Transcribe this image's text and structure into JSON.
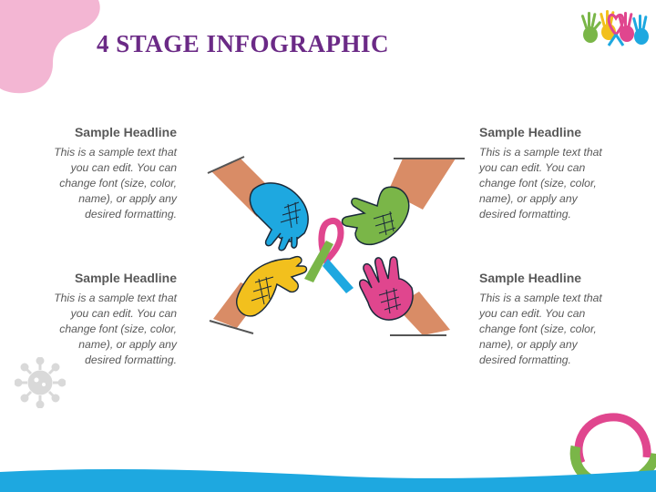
{
  "slide": {
    "title": "4 STAGE INFOGRAPHIC"
  },
  "stages": [
    {
      "headline": "Sample Headline",
      "text": "This is a sample text that you can edit. You can change font (size, color, name), or apply any desired formatting."
    },
    {
      "headline": "Sample Headline",
      "text": "This is a sample text that you can edit. You can change font (size, color, name), or apply any desired formatting."
    },
    {
      "headline": "Sample Headline",
      "text": "This is a sample text that you can edit. You can change font (size, color, name), or apply any desired formatting."
    },
    {
      "headline": "Sample Headline",
      "text": "This is a sample text that you can edit. You can change font (size, color, name), or apply any desired formatting."
    }
  ],
  "colors": {
    "title": "#6b2a86",
    "text": "#595959",
    "blue": "#1ea8e0",
    "green": "#7ab648",
    "yellow": "#f2c01d",
    "pink": "#e0468e",
    "skin": "#d98c66",
    "blob": "#f3b6d3"
  },
  "icons": [
    "hands-logo-icon",
    "hands-ribbon-illustration",
    "ribbon-icon",
    "virus-icon",
    "ring-decoration",
    "wave-decoration"
  ]
}
